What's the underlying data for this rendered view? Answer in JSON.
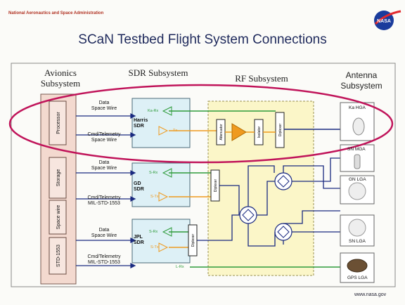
{
  "header": {
    "org": "National Aeronautics and Space Administration",
    "title": "SCaN Testbed Flight System Connections",
    "logo_text": "NASA",
    "url": "www.nasa.gov"
  },
  "columns": {
    "avionics": "Avionics Subsystem",
    "sdr": "SDR Subsystem",
    "rf": "RF Subsystem",
    "antenna": "Antenna Subsystem"
  },
  "avionics_blocks": [
    "Processor",
    "Storage",
    "Space wire",
    "STD-1553"
  ],
  "links": [
    {
      "line1": "Data",
      "line2": "Space Wire"
    },
    {
      "line1": "Cmd/Telemetry",
      "line2": "Space Wire"
    },
    {
      "line1": "Data",
      "line2": "Space Wire"
    },
    {
      "line1": "Cmd/Telemetry",
      "line2": "MIL-STD-1553"
    },
    {
      "line1": "Data",
      "line2": "Space Wire"
    },
    {
      "line1": "Cmd/Telemetry",
      "line2": "MIL-STD-1553"
    }
  ],
  "sdrs": [
    {
      "name_line1": "Harris",
      "name_line2": "SDR",
      "rx": "Ka-Rx",
      "tx": "Tx"
    },
    {
      "name_line1": "GD",
      "name_line2": "SDR",
      "rx": "S-Rx",
      "tx": "S-Tx"
    },
    {
      "name_line1": "JPL",
      "name_line2": "SDR",
      "rx": "S-Rx",
      "tx": "S-Tx",
      "diplexer": "Diplexer",
      "lrx": "L-Rx"
    }
  ],
  "rf_blocks": {
    "attenuator": "Attenuator",
    "isolator": "Isolator",
    "diplexer": "Diplexer"
  },
  "antennas": [
    "Ka HGA",
    "SN MGA",
    "GN LGA",
    "SN LGA",
    "GPS LGA"
  ],
  "colors": {
    "highlight_ellipse": "#c0145a",
    "avionics_fill": "#f3d9cf",
    "sdr_fill": "#ddf0f6",
    "rf_fill": "#fbf6c8",
    "green_line": "#2e9b3a",
    "orange_line": "#ef9a1f",
    "blue_line": "#1a2a80"
  }
}
